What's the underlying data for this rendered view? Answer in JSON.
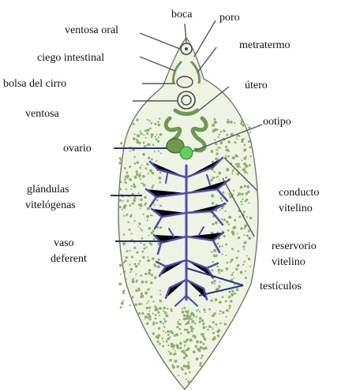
{
  "labels": {
    "boca": "boca",
    "poro": "poro",
    "ventosa_oral": "ventosa oral",
    "metratermo": "metratermo",
    "ciego_intestinal": "ciego intestinal",
    "bolsa_cirro": "bolsa del cirro",
    "utero": "útero",
    "ventosa": "ventosa",
    "ootipo": "ootipo",
    "ovario": "ovario",
    "glandulas_1": "glándulas",
    "glandulas_2": "vitelógenas",
    "conducto_1": "conducto",
    "conducto_2": "vitelino",
    "vaso_1": "vaso",
    "vaso_2": "deferent",
    "reservorio_1": "reservorio",
    "reservorio_2": "vitelino",
    "testiculos": "testículos"
  },
  "colors": {
    "body_fill": "#eef3e4",
    "body_outline": "#6f7a66",
    "vitelline": "#8fb069",
    "testes": "#4b4cb8",
    "uterus": "#6c9a4f",
    "ootype": "#5fcf5f",
    "leader_dark": "#2a2f8f",
    "leader_gray": "#555555"
  }
}
